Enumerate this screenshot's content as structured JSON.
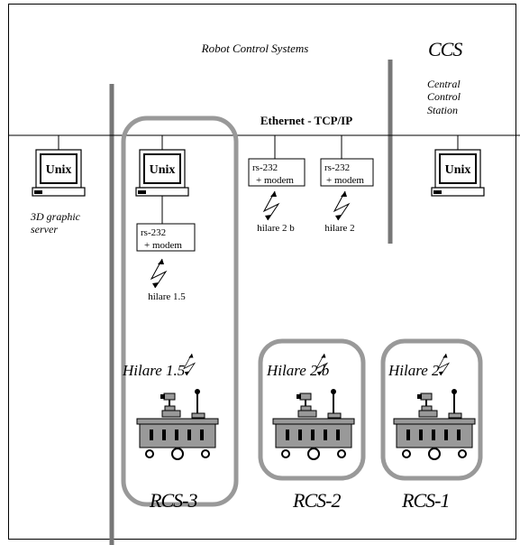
{
  "labels": {
    "robot_control_systems": "Robot Control Systems",
    "ccs": "CCS",
    "ccs_name_1": "Central",
    "ccs_name_2": "Control",
    "ccs_name_3": "Station",
    "ethernet": "Ethernet - TCP/IP",
    "graphic_server_1": "3D graphic",
    "graphic_server_2": "server"
  },
  "computers": [
    {
      "label": "Unix"
    },
    {
      "label": "Unix"
    },
    {
      "label": "Unix"
    }
  ],
  "modems": [
    {
      "line1": "rs-232",
      "line2": "+ modem",
      "link": "hilare 1.5"
    },
    {
      "line1": "rs-232",
      "line2": "+ modem",
      "link": "hilare 2 b"
    },
    {
      "line1": "rs-232",
      "line2": "+ modem",
      "link": "hilare 2"
    }
  ],
  "robots": [
    {
      "name": "Hilare 1.5",
      "system": "RCS-3"
    },
    {
      "name": "Hilare 2 b",
      "system": "RCS-2"
    },
    {
      "name": "Hilare 2",
      "system": "RCS-1"
    }
  ],
  "colors": {
    "line": "#000000",
    "screen_fill": "#ffffff",
    "dark_gray": "#666666",
    "robot_fill": "#999999",
    "rounded_box": "#999999"
  }
}
